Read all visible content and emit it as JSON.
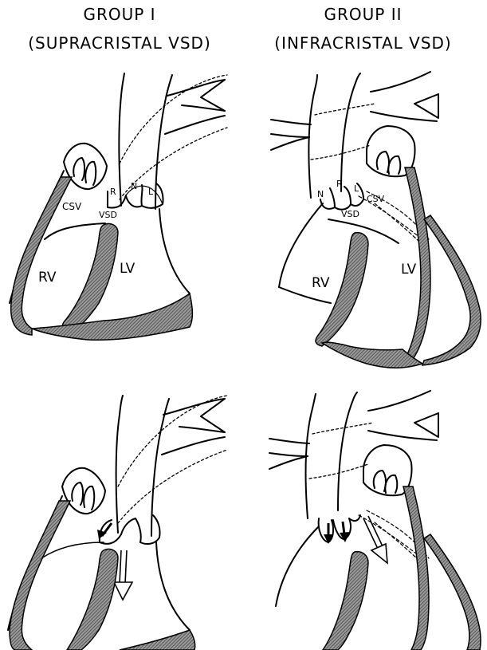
{
  "headers": {
    "group1_title": "GROUP I",
    "group1_subtitle": "(SUPRACRISTAL VSD)",
    "group2_title": "GROUP II",
    "group2_subtitle": "(INFRACRISTAL VSD)"
  },
  "top_left_labels": {
    "csv": "CSV",
    "vsd": "VSD",
    "r": "R",
    "n": "N",
    "l": "L",
    "rv": "RV",
    "lv": "LV"
  },
  "top_right_labels": {
    "n": "N",
    "r": "R",
    "l": "L",
    "csv": "CSV",
    "vsd": "VSD",
    "rv": "RV",
    "lv": "LV"
  },
  "colors": {
    "ink": "#000000",
    "hatch": "#7a7a7a",
    "background": "#ffffff"
  }
}
